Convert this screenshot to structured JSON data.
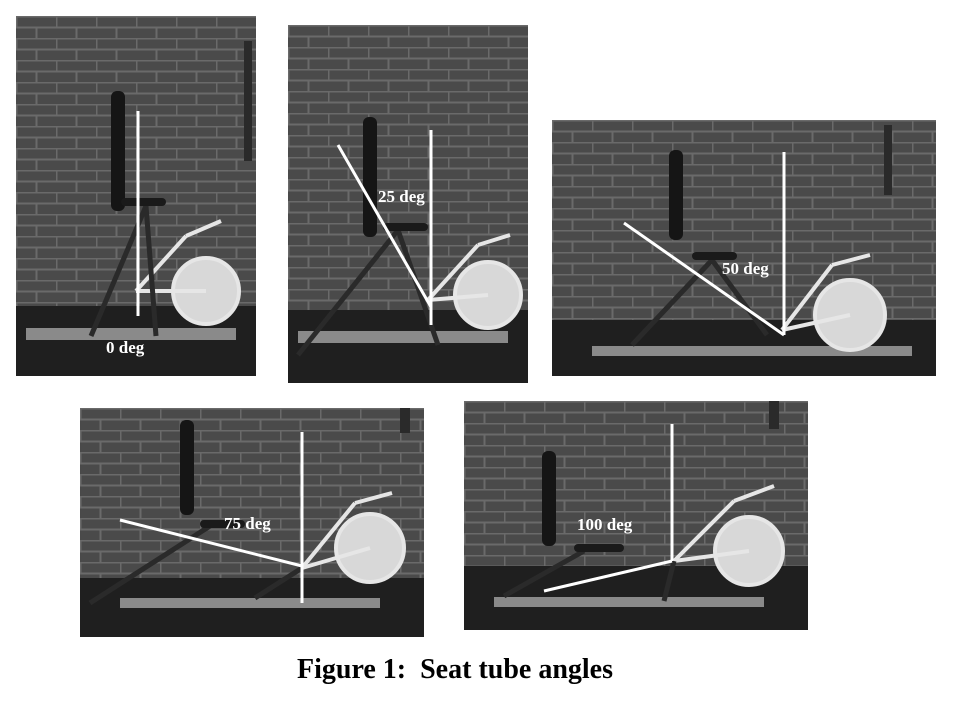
{
  "figure": {
    "caption": "Figure 1:  Seat tube angles"
  },
  "photos": [
    {
      "label": "0 deg",
      "angle_deg": 0
    },
    {
      "label": "25 deg",
      "angle_deg": 25
    },
    {
      "label": "50 deg",
      "angle_deg": 50
    },
    {
      "label": "75 deg",
      "angle_deg": 75
    },
    {
      "label": "100 deg",
      "angle_deg": 100
    }
  ],
  "colors": {
    "photo_background": "#454545",
    "brick_mortar": "#6a6a6a",
    "floor": "#1f1f1f",
    "bike_frame": "#e6e6e6",
    "reference_line": "#ffffff",
    "caption_text": "#000000"
  }
}
